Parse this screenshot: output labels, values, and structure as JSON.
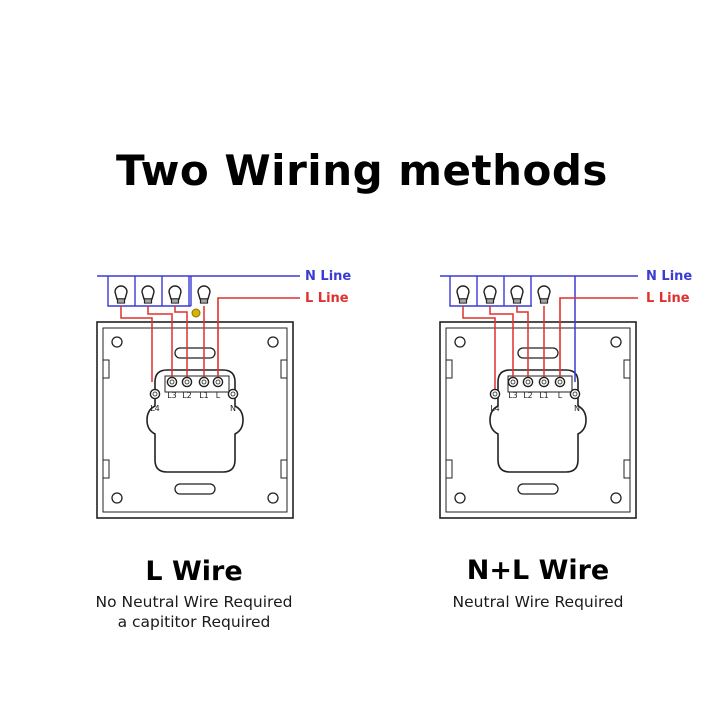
{
  "title": "Two Wiring methods",
  "colors": {
    "n_line": "#3b3bd6",
    "l_line": "#e0312f",
    "outline": "#222222"
  },
  "left": {
    "n_line_label": "N Line",
    "l_line_label": "L Line",
    "terminals": [
      "L4",
      "L3",
      "L2",
      "L1",
      "L",
      "N"
    ],
    "title": "L Wire",
    "subtitle_1": "No Neutral Wire Required",
    "subtitle_2": "a capititor Required"
  },
  "right": {
    "n_line_label": "N Line",
    "l_line_label": "L Line",
    "terminals": [
      "L4",
      "L3",
      "L2",
      "L1",
      "L",
      "N"
    ],
    "title": "N+L Wire",
    "subtitle_1": "Neutral Wire Required"
  }
}
